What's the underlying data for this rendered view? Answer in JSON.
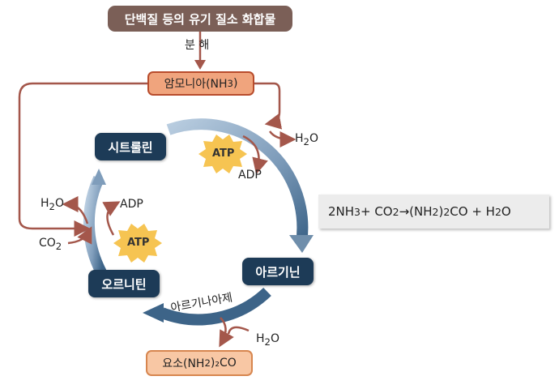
{
  "source": {
    "label": "단백질 등의 유기 질소 화합물"
  },
  "decomposition": {
    "label": "분 해"
  },
  "ammonia": {
    "prefix": "암모니아(NH",
    "sub": "3",
    "suffix": ")"
  },
  "citrulline": {
    "label": "시트룰린"
  },
  "arginine": {
    "label": "아르기닌"
  },
  "ornithine": {
    "label": "오르니틴"
  },
  "enzyme": {
    "label": "아르기나아제"
  },
  "urea": {
    "prefix": "요소(NH",
    "sub": "2",
    "suffix": ")₂CO"
  },
  "atp_top": {
    "atp": "ATP",
    "adp": "ADP"
  },
  "atp_left": {
    "atp": "ATP",
    "adp": "ADP"
  },
  "water": {
    "h": "H",
    "sub": "2",
    "o": "O"
  },
  "co2": {
    "co": "CO",
    "sub": "2"
  },
  "equation": {
    "lhs_a": "2NH",
    "lhs_a_sub": "3",
    "plus1": " + CO",
    "lhs_b_sub": "2",
    "arrow": " → ",
    "rhs_a": "(NH",
    "rhs_a_sub": "2",
    "rhs_a_end": ")",
    "rhs_a_sub2": "2",
    "rhs_b": "CO  +  H",
    "rhs_c_sub": "2",
    "rhs_c": "O"
  },
  "colors": {
    "cycle": "#6f8eab",
    "connector": "#a4574b",
    "navy": "#1d3b57",
    "star": "#f6c452"
  },
  "icons": [
    "arrow-icon",
    "star-icon"
  ]
}
